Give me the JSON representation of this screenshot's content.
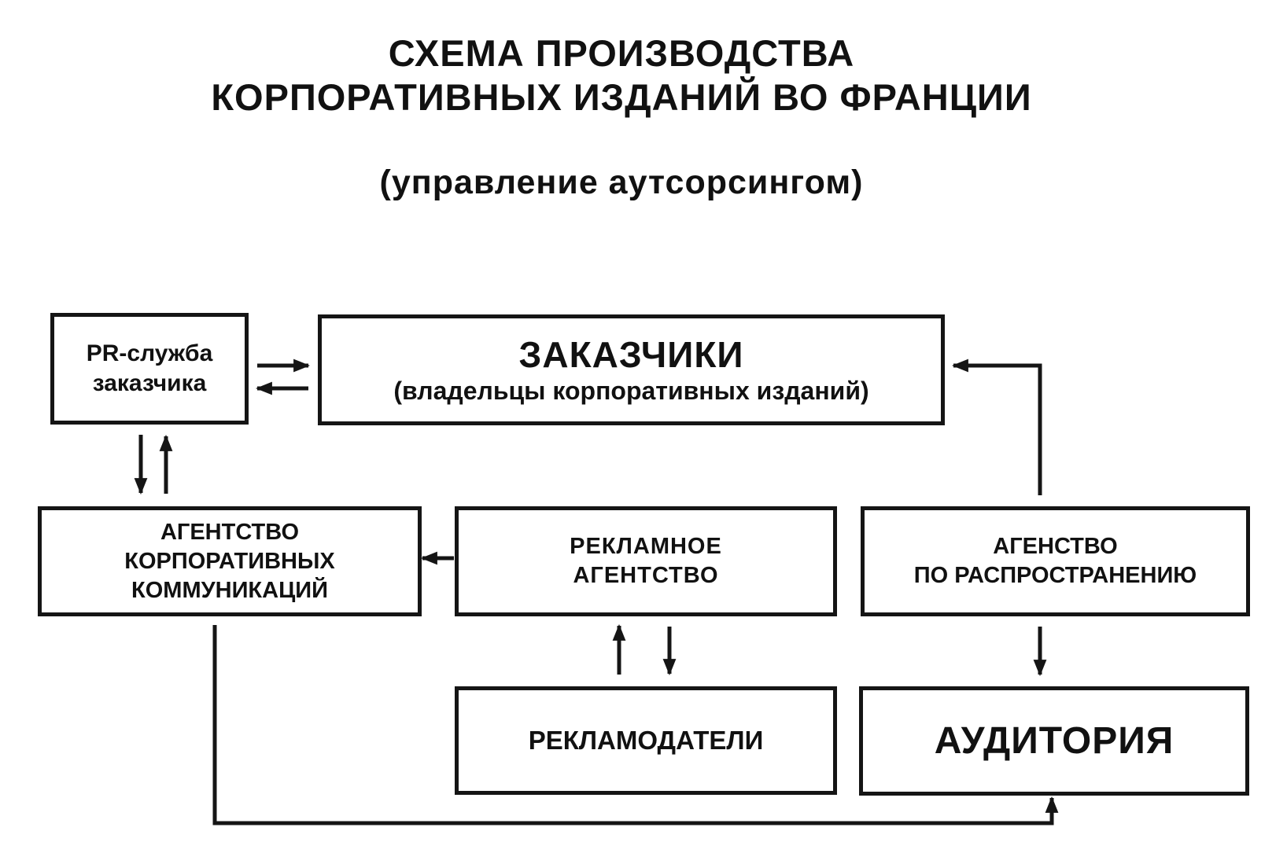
{
  "title": {
    "line1": "СХЕМА ПРОИЗВОДСТВА",
    "line2": "КОРПОРАТИВНЫХ ИЗДАНИЙ ВО ФРАНЦИИ"
  },
  "subtitle": "(управление аутсорсингом)",
  "nodes": {
    "pr_service": {
      "line1": "PR-служба",
      "line2": "заказчика"
    },
    "customers": {
      "line1": "ЗАКАЗЧИКИ",
      "line2": "(владельцы корпоративных изданий)"
    },
    "corp_comm_agency": {
      "line1": "АГЕНТСТВО",
      "line2": "КОРПОРАТИВНЫХ",
      "line3": "КОММУНИКАЦИЙ"
    },
    "ad_agency": {
      "line1": "РЕКЛАМНОЕ",
      "line2": "АГЕНТСТВО"
    },
    "distribution_agency": {
      "line1": "АГЕНСТВО",
      "line2": "ПО РАСПРОСТРАНЕНИЮ"
    },
    "advertisers": {
      "line1": "РЕКЛАМОДАТЕЛИ"
    },
    "audience": {
      "line1": "АУДИТОРИЯ"
    }
  },
  "edges": [
    {
      "from": "pr_service",
      "to": "customers"
    },
    {
      "from": "customers",
      "to": "pr_service"
    },
    {
      "from": "pr_service",
      "to": "corp_comm_agency"
    },
    {
      "from": "corp_comm_agency",
      "to": "pr_service"
    },
    {
      "from": "ad_agency",
      "to": "corp_comm_agency"
    },
    {
      "from": "distribution_agency",
      "to": "customers"
    },
    {
      "from": "advertisers",
      "to": "ad_agency"
    },
    {
      "from": "ad_agency",
      "to": "advertisers"
    },
    {
      "from": "distribution_agency",
      "to": "audience"
    },
    {
      "from": "corp_comm_agency",
      "to": "audience"
    }
  ]
}
